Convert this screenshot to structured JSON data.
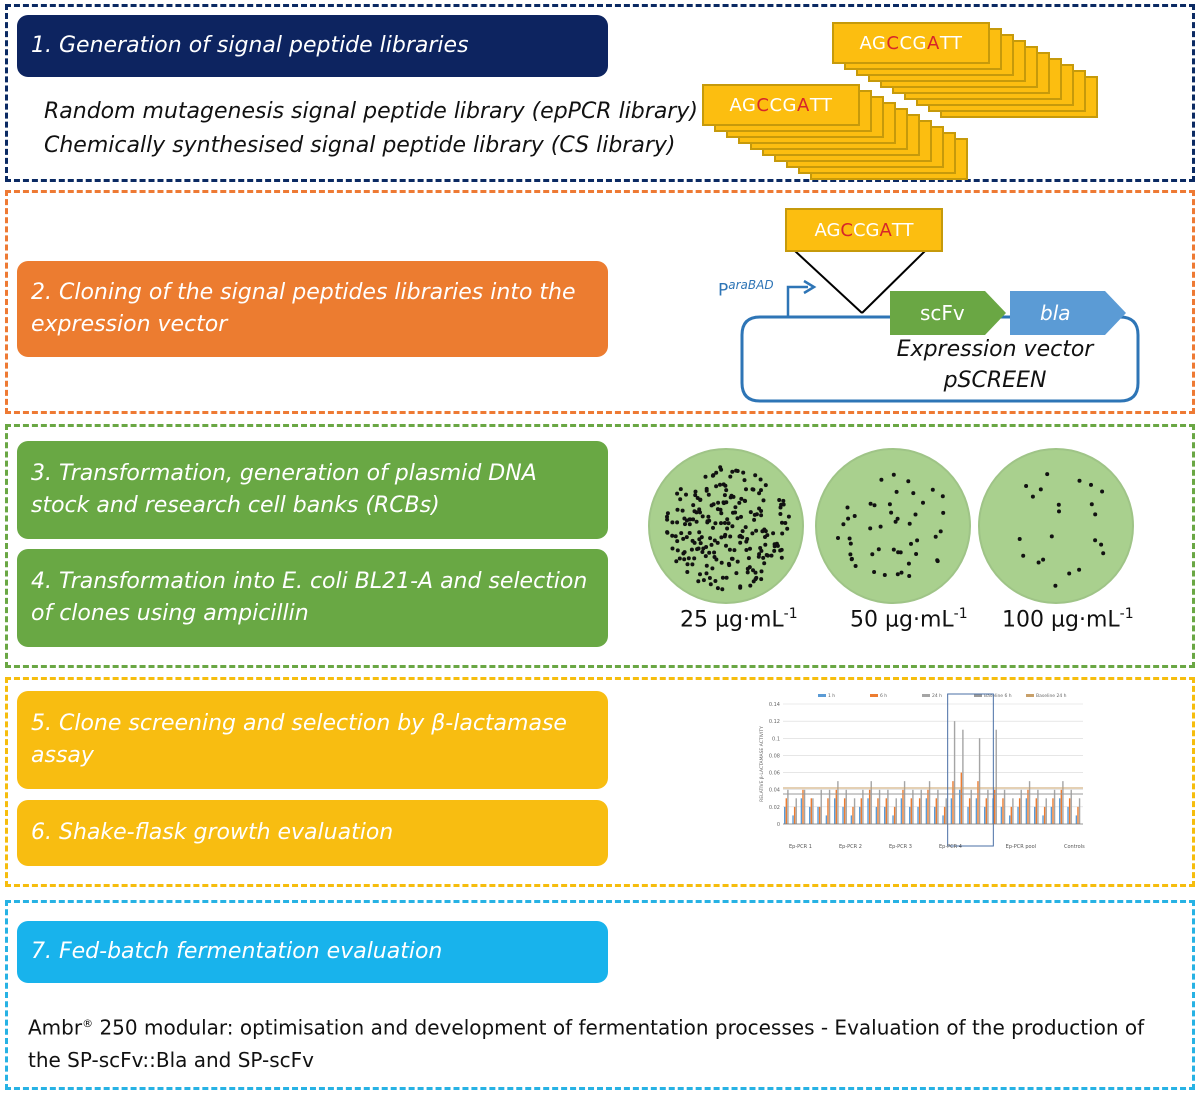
{
  "sections": {
    "s1": {
      "step_label": "1. Generation of signal peptide libraries",
      "library_lines": [
        "Random mutagenesis signal peptide library (epPCR library)",
        "Chemically synthesised signal peptide library (CS library)"
      ],
      "sequence": {
        "pre": "AG",
        "hl1": "C",
        "mid": "CG",
        "hl2": "A",
        "post": "TT"
      }
    },
    "s2": {
      "step_label": "2. Cloning of the signal peptides libraries into the expression vector",
      "promoter_base": "P",
      "promoter_sup": "araBAD",
      "gene1": "scFv",
      "gene2": "bla",
      "vector_line1": "Expression vector",
      "vector_line2": "pSCREEN"
    },
    "s3": {
      "step3_label": "3. Transformation, generation of plasmid DNA stock and research cell banks (RCBs)",
      "step4_label": "4. Transformation into E. coli BL21-A and selection of clones using ampicillin",
      "plates": [
        {
          "value": "25 µg·mL",
          "exp": "-1",
          "colonies": 230
        },
        {
          "value": "50 µg·mL",
          "exp": "-1",
          "colonies": 48
        },
        {
          "value": "100 µg·mL",
          "exp": "-1",
          "colonies": 22
        }
      ]
    },
    "s4": {
      "step5_label": "5. Clone screening and selection by β-lactamase assay",
      "step6_label": "6. Shake-flask growth evaluation"
    },
    "s5": {
      "step7_label": "7. Fed-batch fermentation evaluation",
      "ambr_name": "Ambr",
      "ambr_mark": "®",
      "ambr_rest": " 250 modular: optimisation and development of fermentation processes - Evaluation of the production of the SP-scFv::Bla and SP-scFv"
    }
  },
  "colors": {
    "navy": "#0d2460",
    "orange": "#ec7c30",
    "green": "#69a844",
    "yellow": "#f8bd11",
    "cyan": "#18b3ec",
    "seq_fill": "#fcbe10",
    "scfv": "#6aa744",
    "bla": "#5b9bd5",
    "vector": "#2e75b6"
  },
  "chart_data": {
    "type": "bar",
    "title": "",
    "ylabel": "RELATIVE β-LACTAMASE ACTIVITY",
    "ylim": [
      0,
      0.14
    ],
    "yticks": [
      0,
      0.02,
      0.04,
      0.06,
      0.08,
      0.1,
      0.12,
      0.14
    ],
    "legend": [
      "1 h",
      "6 h",
      "24 h",
      "Baseline 6 h",
      "Baseline 24 h"
    ],
    "legend_position": "top",
    "baselines": [
      0.035,
      0.042
    ],
    "groups": [
      "Ep-PCR 1",
      "Ep-PCR 2",
      "Ep-PCR 3",
      "Ep-PCR 4",
      "Ep-PCR pool",
      "Controls"
    ],
    "series": [
      {
        "name": "1 h",
        "values": [
          0.02,
          0.01,
          0.03,
          0.02,
          0.02,
          0.01,
          0.03,
          0.02,
          0.01,
          0.02,
          0.03,
          0.02,
          0.02,
          0.01,
          0.03,
          0.02,
          0.02,
          0.03,
          0.02,
          0.01,
          0.03,
          0.04,
          0.02,
          0.03,
          0.02,
          0.03,
          0.02,
          0.01,
          0.02,
          0.03,
          0.02,
          0.01,
          0.02,
          0.03,
          0.02,
          0.01
        ]
      },
      {
        "name": "6 h",
        "values": [
          0.03,
          0.02,
          0.04,
          0.03,
          0.02,
          0.03,
          0.04,
          0.03,
          0.02,
          0.03,
          0.04,
          0.03,
          0.03,
          0.02,
          0.04,
          0.03,
          0.03,
          0.04,
          0.03,
          0.02,
          0.05,
          0.06,
          0.03,
          0.05,
          0.03,
          0.04,
          0.03,
          0.02,
          0.03,
          0.04,
          0.03,
          0.02,
          0.03,
          0.04,
          0.03,
          0.02
        ]
      },
      {
        "name": "24 h",
        "values": [
          0.04,
          0.03,
          0.04,
          0.03,
          0.04,
          0.04,
          0.05,
          0.04,
          0.03,
          0.04,
          0.05,
          0.04,
          0.04,
          0.03,
          0.05,
          0.04,
          0.04,
          0.05,
          0.04,
          0.03,
          0.12,
          0.11,
          0.04,
          0.1,
          0.04,
          0.11,
          0.04,
          0.03,
          0.04,
          0.05,
          0.04,
          0.03,
          0.04,
          0.05,
          0.04,
          0.03
        ]
      }
    ]
  }
}
